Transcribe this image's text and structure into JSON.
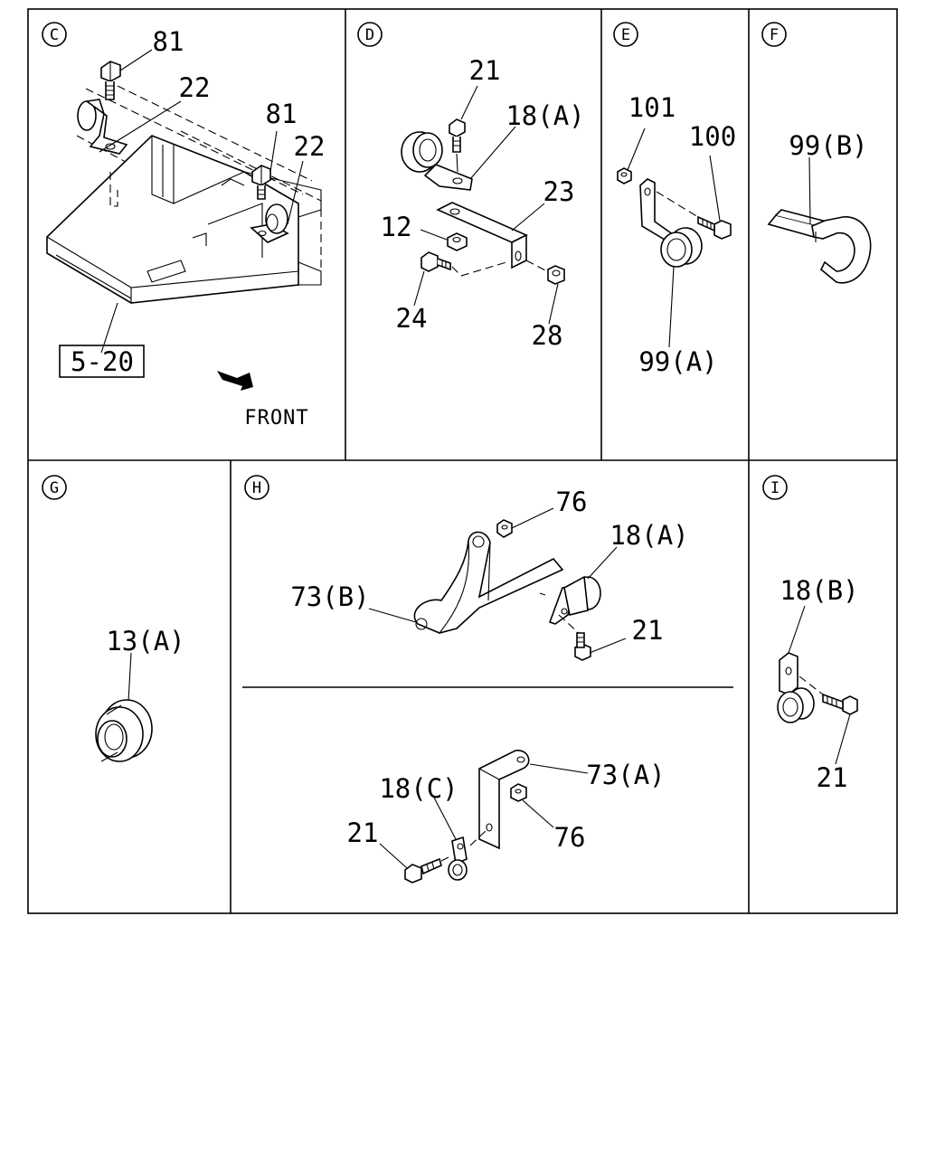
{
  "sections": {
    "C": {
      "letter": "C",
      "labels": {
        "bolt_top": "81",
        "clip_top": "22",
        "bolt_right": "81",
        "clip_right": "22"
      },
      "reference": "5-20",
      "direction": "FRONT"
    },
    "D": {
      "letter": "D",
      "labels": {
        "bolt": "21",
        "clip": "18(A)",
        "bracket": "23",
        "nut_small": "12",
        "bolt_lower": "24",
        "nut_lower": "28"
      }
    },
    "E": {
      "letter": "E",
      "labels": {
        "nut": "101",
        "bolt": "100",
        "clamp": "99(A)"
      }
    },
    "F": {
      "letter": "F",
      "labels": {
        "clamp": "99(B)"
      }
    },
    "G": {
      "letter": "G",
      "labels": {
        "grommet": "13(A)"
      }
    },
    "H": {
      "letter": "H",
      "labels": {
        "nut_top": "76",
        "clip_top": "18(A)",
        "bracket_top": "73(B)",
        "bolt_top": "21",
        "clip_bottom": "18(C)",
        "bracket_bottom": "73(A)",
        "bolt_bottom": "21",
        "nut_bottom": "76"
      }
    },
    "I": {
      "letter": "I",
      "labels": {
        "clip": "18(B)",
        "bolt": "21"
      }
    }
  }
}
